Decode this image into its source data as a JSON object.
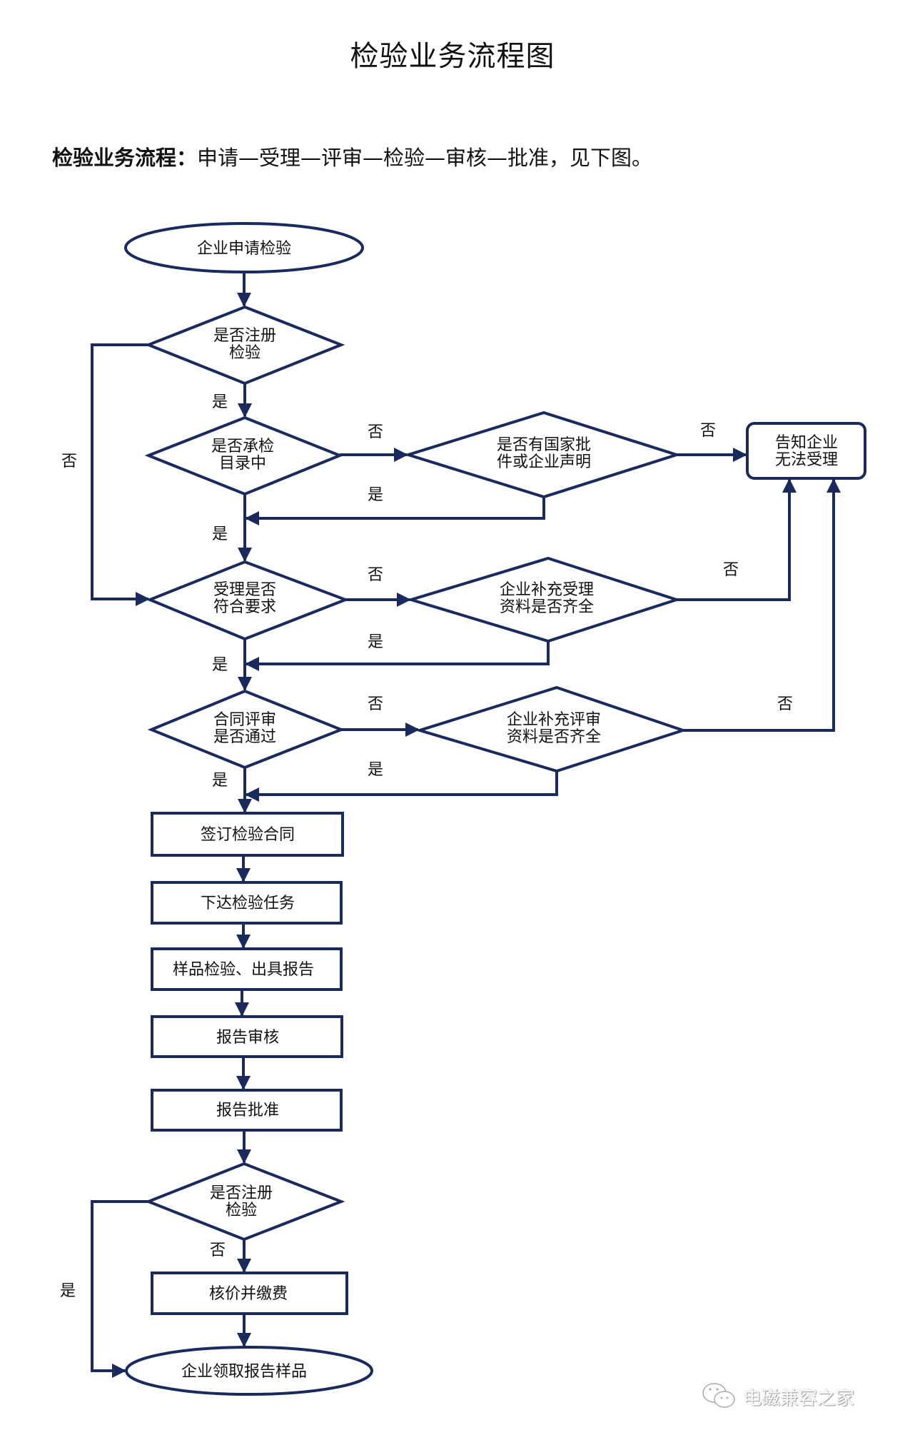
{
  "title": "检验业务流程图",
  "subtitle": {
    "prefix": "检验业务流程：",
    "text": "申请—受理—评审—检验—审核—批准，见下图。"
  },
  "colors": {
    "stroke": "#1b2a5c",
    "text": "#111111"
  },
  "nodes": {
    "start": "企业申请检验",
    "d1": [
      "是否注册",
      "检验"
    ],
    "d2": [
      "是否承检",
      "目录中"
    ],
    "d2b": [
      "是否有国家批",
      "件或企业声明"
    ],
    "reject": [
      "告知企业",
      "无法受理"
    ],
    "d3": [
      "受理是否",
      "符合要求"
    ],
    "d3b": [
      "企业补充受理",
      "资料是否齐全"
    ],
    "d4": [
      "合同评审",
      "是否通过"
    ],
    "d4b": [
      "企业补充评审",
      "资料是否齐全"
    ],
    "p1": "签订检验合同",
    "p2": "下达检验任务",
    "p3": "样品检验、出具报告",
    "p4": "报告审核",
    "p5": "报告批准",
    "d5": [
      "是否注册",
      "检验"
    ],
    "p6": "核价并缴费",
    "end": "企业领取报告样品"
  },
  "labels": {
    "yes": "是",
    "no": "否"
  },
  "watermark": {
    "icon": "wechat-icon",
    "text": "电磁兼容之家"
  }
}
